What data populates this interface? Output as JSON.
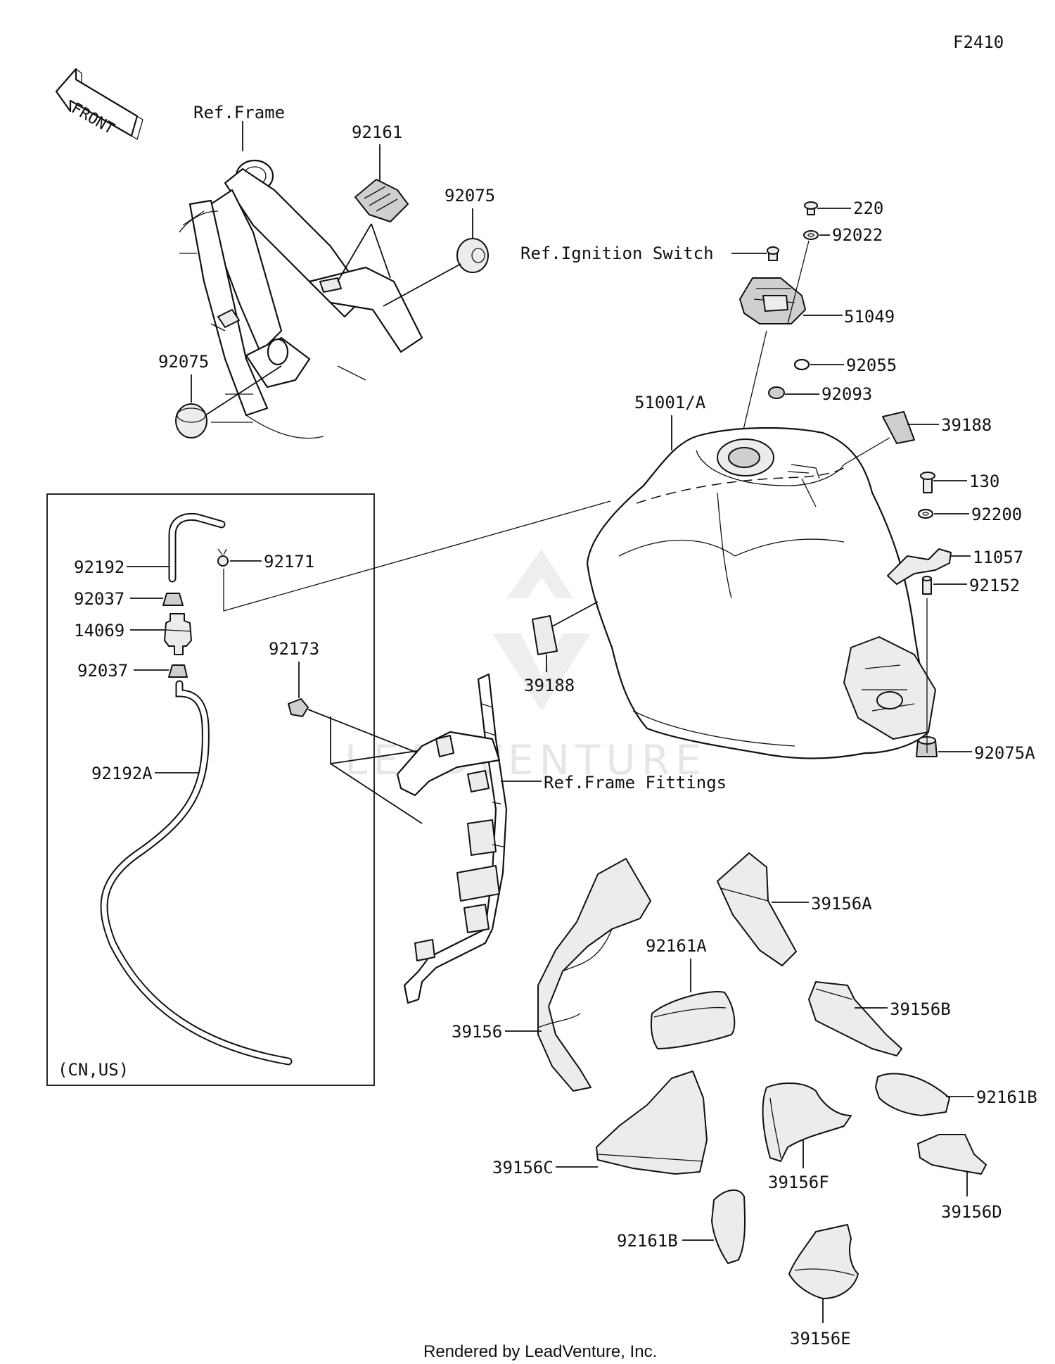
{
  "diagram_id": "F2410",
  "front_arrow": "FRONT",
  "watermark": "LEADVENTURE",
  "footer": "Rendered by LeadVenture, Inc.",
  "inset_note": "(CN,US)",
  "labels": {
    "ref_frame": "Ref.Frame",
    "p92161": "92161",
    "p92075_top": "92075",
    "p92075_left": "92075",
    "p220": "220",
    "p92022": "92022",
    "ref_ignition": "Ref.Ignition Switch",
    "p51049": "51049",
    "p92055": "92055",
    "p92093": "92093",
    "p51001A": "51001/A",
    "p39188_right": "39188",
    "p130": "130",
    "p92200": "92200",
    "p11057": "11057",
    "p92152": "92152",
    "p92075A": "92075A",
    "p39188_left": "39188",
    "p92192": "92192",
    "p92171": "92171",
    "p92037_top": "92037",
    "p14069": "14069",
    "p92037_bot": "92037",
    "p92192A": "92192A",
    "p92173": "92173",
    "ref_frame_fittings": "Ref.Frame Fittings",
    "p39156A": "39156A",
    "p92161A": "92161A",
    "p39156B": "39156B",
    "p39156": "39156",
    "p92161B_right": "92161B",
    "p39156C": "39156C",
    "p39156F": "39156F",
    "p39156D": "39156D",
    "p92161B_bot": "92161B",
    "p39156E": "39156E"
  }
}
